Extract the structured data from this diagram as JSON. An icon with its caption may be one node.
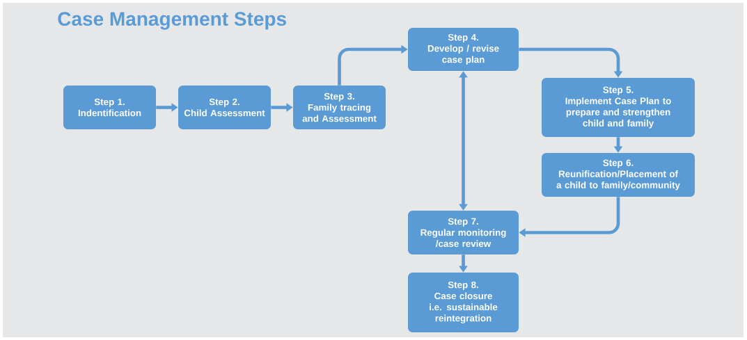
{
  "diagram": {
    "title": "Case Management Steps",
    "nodes": [
      {
        "text": [
          "Step 1.",
          "Indentification"
        ]
      },
      {
        "text": [
          "Step 2.",
          "Child Assessment"
        ]
      },
      {
        "text": [
          "Step 3.",
          "Family tracing and Assessment"
        ]
      },
      {
        "text": [
          "Step 4.",
          "Develop / revise case plan"
        ]
      },
      {
        "text": [
          "Step 5.",
          "Implement Case Plan to prepare and strengthen child and family"
        ]
      },
      {
        "text": [
          "Step 6.",
          "Reunification/Placement of a child to family/community"
        ]
      },
      {
        "text": [
          "Step 7.",
          "Regular monitoring /case review"
        ]
      },
      {
        "text": [
          "Step 8.",
          "Case closure i.e. sustainable reintegration"
        ]
      }
    ],
    "edges": [
      {
        "from": 0,
        "to": 1,
        "arrow": "to"
      },
      {
        "from": 1,
        "to": 2,
        "arrow": "to"
      },
      {
        "from": 2,
        "to": 3,
        "arrow": "to"
      },
      {
        "from": 3,
        "to": 4,
        "arrow": "to"
      },
      {
        "from": 4,
        "to": 5,
        "arrow": "to"
      },
      {
        "from": 5,
        "to": 6,
        "arrow": "to"
      },
      {
        "from": 3,
        "to": 6,
        "arrow": "both"
      },
      {
        "from": 6,
        "to": 7,
        "arrow": "to"
      }
    ]
  }
}
